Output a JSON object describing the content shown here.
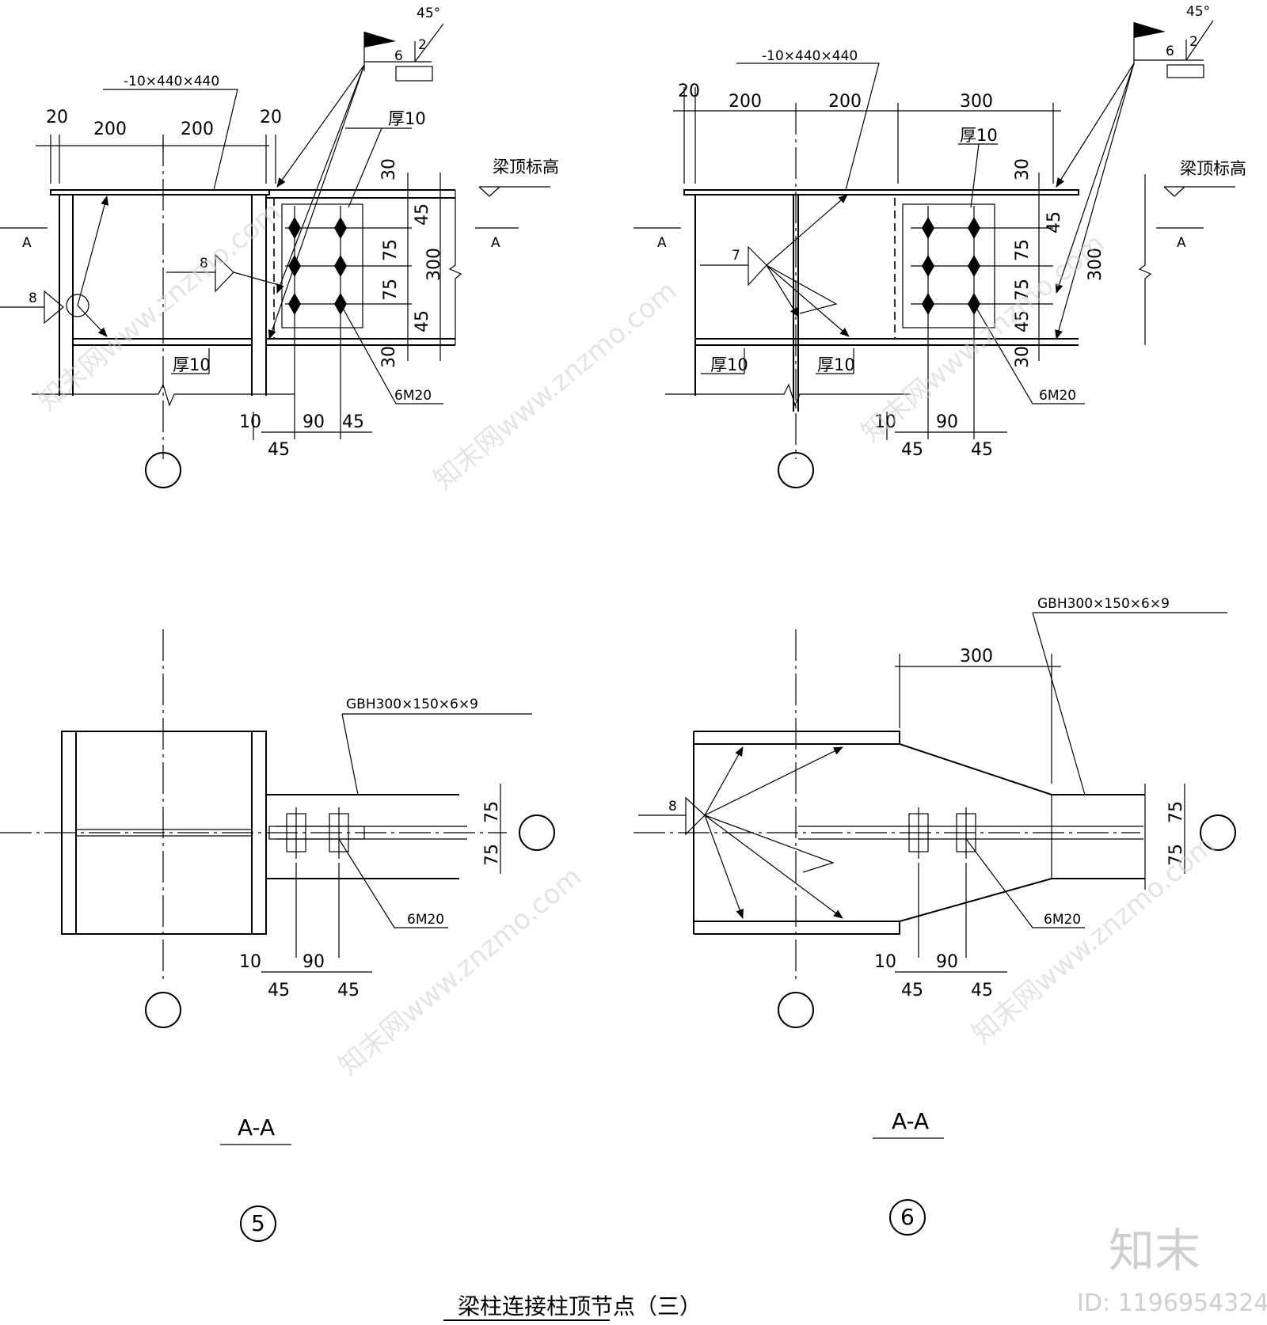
{
  "drawing": {
    "title": "梁柱连接柱顶节点（三）",
    "detail_5": "5",
    "detail_6": "6",
    "section_label": "A-A",
    "section_mark": "A",
    "beam_top_elevation": "梁顶标高",
    "plate_spec": "-10×440×440",
    "beam_spec": "GBH300×150×6×9",
    "bolts": "6M20",
    "thickness_note": "厚10",
    "weld_angle": "45°",
    "weld_gap": "2",
    "weld_size_6": "6",
    "weld_size_8": "8",
    "weld_size_7": "7",
    "dims": {
      "d20": "20",
      "d200": "200",
      "d300": "300",
      "d30": "30",
      "d45": "45",
      "d75": "75",
      "d10": "10",
      "d90": "90"
    }
  },
  "watermark": {
    "site": "知末网www.znzmo.com",
    "brand": "知末",
    "id_text": "ID: 1196954324"
  }
}
